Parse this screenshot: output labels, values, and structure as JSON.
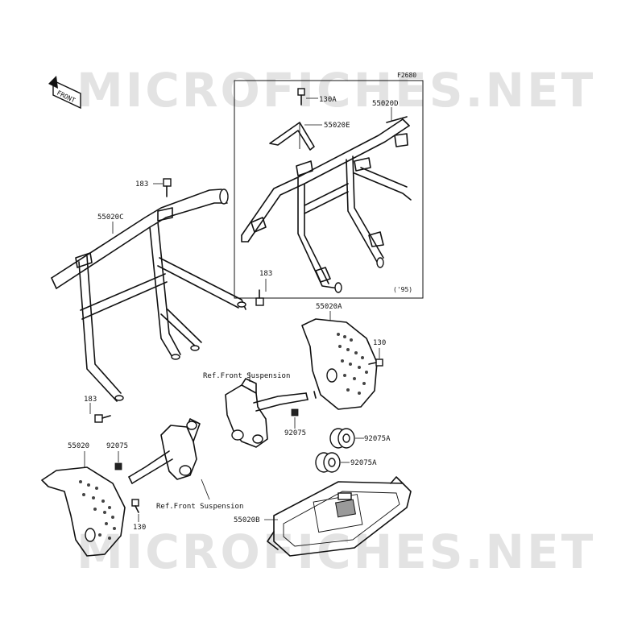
{
  "watermark": {
    "text": "MICROFICHES.NET"
  },
  "figure_id": "F2680",
  "front_arrow": {
    "text": "FRONT"
  },
  "inset": {
    "note": "('95)"
  },
  "labels": {
    "p130A": "130A",
    "p55020D": "55020D",
    "p55020E": "55020E",
    "p183_top": "183",
    "p55020C": "55020C",
    "p183_mid": "183",
    "p55020A": "55020A",
    "p130_right": "130",
    "ref_front_susp_1": "Ref.Front Suspension",
    "p183_low": "183",
    "p92075_mid": "92075",
    "p92075A_1": "92075A",
    "p55020": "55020",
    "p92075_left": "92075",
    "p92075A_2": "92075A",
    "ref_front_susp_2": "Ref.Front Suspension",
    "p130_left": "130",
    "p55020B": "55020B"
  }
}
